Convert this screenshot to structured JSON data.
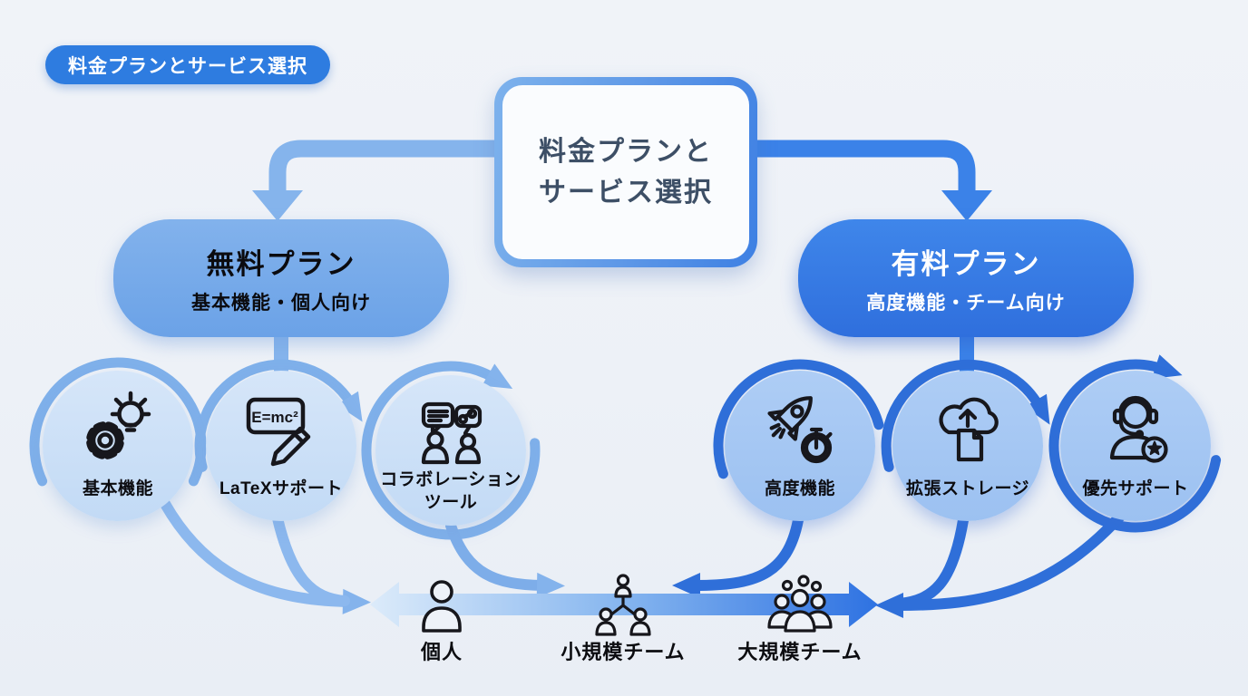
{
  "badge": {
    "label": "料金プランとサービス選択"
  },
  "root_node": {
    "line1": "料金プランと",
    "line2": "サービス選択"
  },
  "plans": {
    "free": {
      "title": "無料プラン",
      "subtitle": "基本機能・個人向け"
    },
    "paid": {
      "title": "有料プラン",
      "subtitle": "高度機能・チーム向け"
    }
  },
  "features": {
    "free": [
      {
        "label": "基本機能",
        "icon": "gear-lightbulb-icon"
      },
      {
        "label": "LaTeXサポート",
        "formula": "E=mc²",
        "icon": "formula-pencil-icon"
      },
      {
        "label_line1": "コラボレーション",
        "label_line2": "ツール",
        "icon": "chat-users-icon"
      }
    ],
    "paid": [
      {
        "label": "高度機能",
        "icon": "rocket-stopwatch-icon"
      },
      {
        "label": "拡張ストレージ",
        "icon": "cloud-upload-document-icon"
      },
      {
        "label": "優先サポート",
        "icon": "headset-star-icon"
      }
    ]
  },
  "audience": {
    "items": [
      {
        "label": "個人",
        "icon": "single-user-icon"
      },
      {
        "label": "小規模チーム",
        "icon": "small-team-icon"
      },
      {
        "label": "大規模チーム",
        "icon": "large-team-icon"
      }
    ]
  },
  "colors": {
    "background": "#edf1f7",
    "badge_bg": "#2e7ce0",
    "free_accent": "#7fb0ea",
    "paid_accent": "#2f6fd9",
    "root_text": "#3d4f66",
    "free_circle_fill": "#cbdff7",
    "paid_circle_fill": "#a6c8f3",
    "icon_stroke": "#17171c"
  }
}
